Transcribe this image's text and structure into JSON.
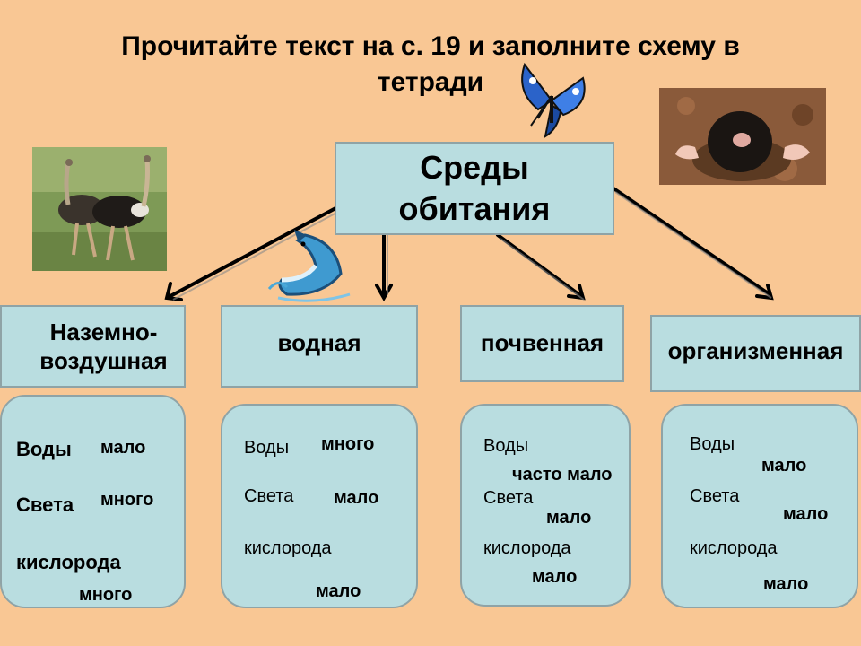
{
  "title": {
    "line1": "Прочитайте текст на с. 19 и заполните схему в",
    "line2": "тетради"
  },
  "root": {
    "line1": "Среды",
    "line2": "обитания"
  },
  "categories": [
    {
      "line1": "Наземно-",
      "line2": "воздушная"
    },
    {
      "label": "водная"
    },
    {
      "label": "почвенная"
    },
    {
      "label": "организменная"
    }
  ],
  "cards": [
    {
      "water_label": "Воды",
      "water_value": "мало",
      "light_label": "Света",
      "light_value": "много",
      "oxygen_label": "кислорода",
      "oxygen_value": "много"
    },
    {
      "water_label": "Воды",
      "water_value": "много",
      "light_label": "Света",
      "light_value": "мало",
      "oxygen_label": "кислорода",
      "oxygen_value": "мало"
    },
    {
      "water_label": "Воды",
      "water_value": "часто мало",
      "light_label": "Света",
      "light_value": "мало",
      "oxygen_label": "кислорода",
      "oxygen_value": "мало"
    },
    {
      "water_label": "Воды",
      "water_value": "мало",
      "light_label": "Света",
      "light_value": "мало",
      "oxygen_label": "кислорода",
      "oxygen_value": "мало"
    }
  ],
  "colors": {
    "background": "#F9C794",
    "box_fill": "#B9DDE0",
    "box_border": "#8FA3A6"
  },
  "pictures": [
    "ostrich-photo",
    "butterfly-clipart",
    "dolphin-clipart",
    "mole-photo"
  ]
}
